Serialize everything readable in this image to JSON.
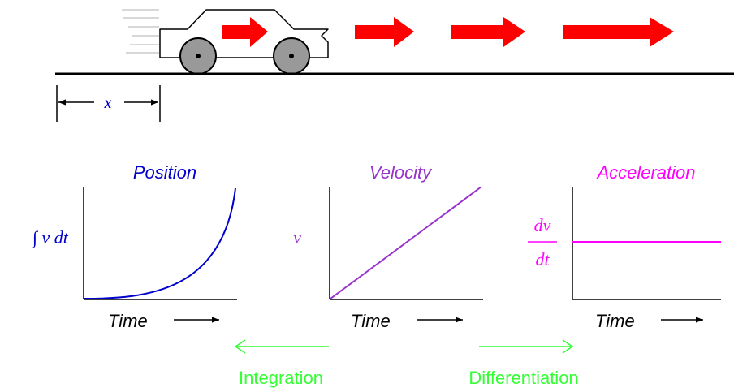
{
  "colors": {
    "position": "#0000cc",
    "velocity": "#9933cc",
    "acceleration": "#ff00ff",
    "arrows": "#ff0000",
    "operations": "#33ff33",
    "ink": "#000000",
    "wheel": "#999999",
    "motion_lines": "#cccccc"
  },
  "distance": {
    "label": "x"
  },
  "graphs": {
    "position": {
      "title": "Position",
      "ylabel": "∫ v dt",
      "xlabel": "Time",
      "shape": "exponential-rise"
    },
    "velocity": {
      "title": "Velocity",
      "ylabel": "v",
      "xlabel": "Time",
      "shape": "linear-rise"
    },
    "acceleration": {
      "title": "Acceleration",
      "ylabel_num": "dv",
      "ylabel_den": "dt",
      "xlabel": "Time",
      "shape": "constant"
    }
  },
  "operations": {
    "integration": "Integration",
    "differentiation": "Differentiation"
  },
  "icons": [
    "car-icon",
    "velocity-arrow-icon",
    "time-arrow-icon"
  ]
}
